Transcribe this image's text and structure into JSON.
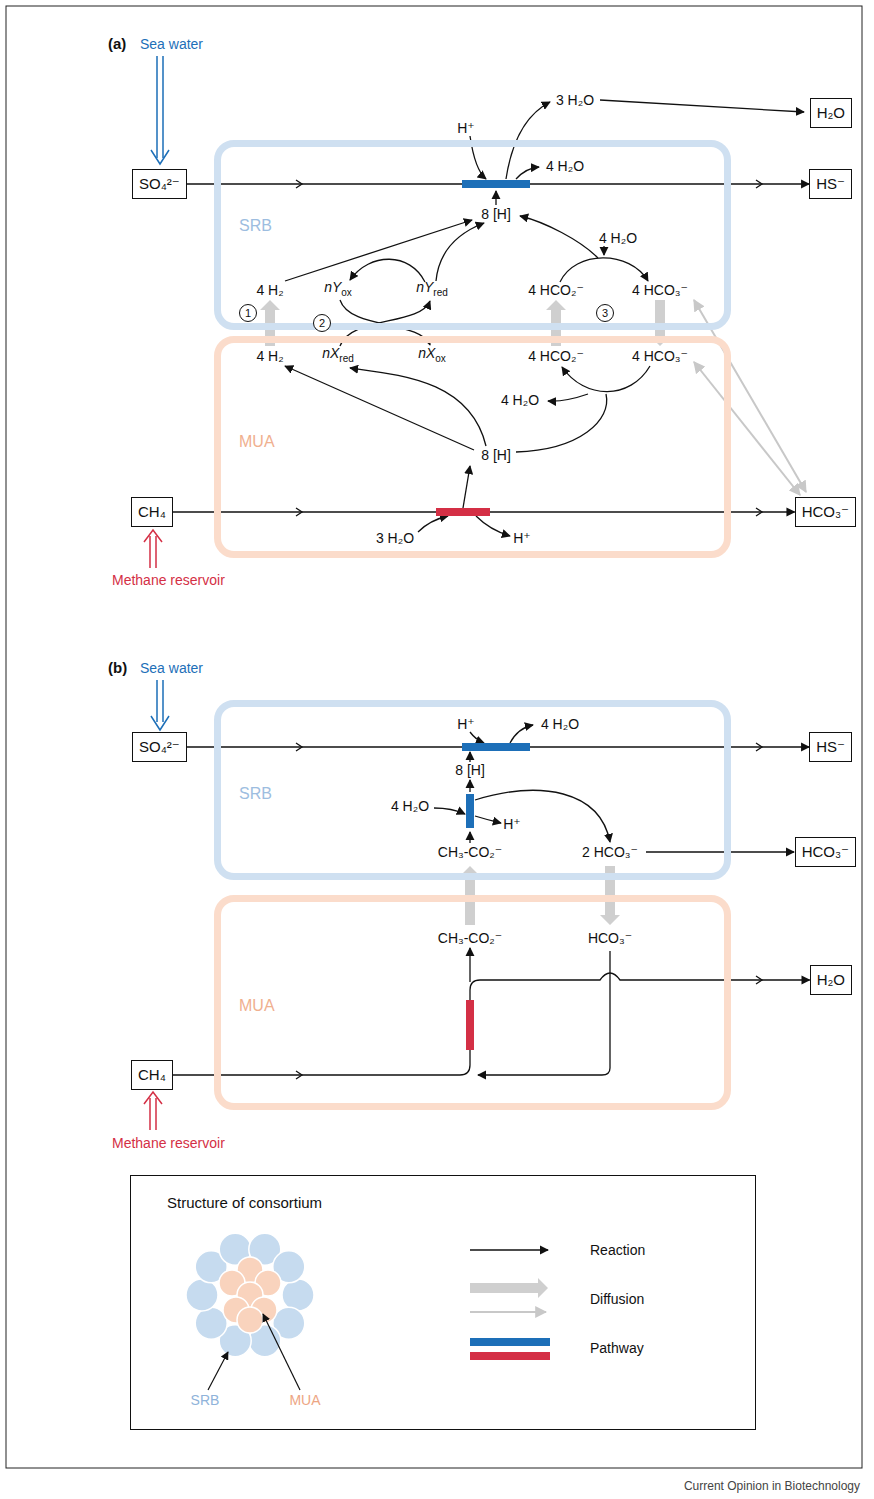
{
  "diagram": {
    "nodes": [
      {
        "text": [
          "SO₄²⁻"
        ]
      },
      {
        "text": [
          "H₂O"
        ]
      },
      {
        "text": [
          "HS⁻"
        ]
      },
      {
        "text": [
          "SRB"
        ]
      },
      {
        "text": [
          "MUA"
        ]
      },
      {
        "text": [
          "CH₄"
        ]
      },
      {
        "text": [
          "HCO₃⁻"
        ]
      },
      {
        "text": [
          "SO₄²⁻"
        ]
      },
      {
        "text": [
          "HS⁻"
        ]
      },
      {
        "text": [
          "SRB"
        ]
      },
      {
        "text": [
          "HCO₃⁻"
        ]
      },
      {
        "text": [
          "MUA"
        ]
      },
      {
        "text": [
          "H₂O"
        ]
      },
      {
        "text": [
          "CH₄"
        ]
      },
      {
        "text": [
          "Structure of consortium"
        ]
      }
    ],
    "edges": [
      {
        "from": 0,
        "to": 2,
        "arrow": "to"
      },
      {
        "from": 5,
        "to": 6,
        "arrow": "to"
      },
      {
        "from": 7,
        "to": 8,
        "arrow": "to"
      },
      {
        "from": 13,
        "to": 12,
        "arrow": "to"
      }
    ],
    "labels": [
      "(a)",
      "Sea water",
      "3 H₂O",
      "H⁺",
      "4 H₂O",
      "8 [H]",
      "4 H₂O",
      "4 H₂",
      "nY",
      "ox",
      "nY",
      "red",
      "4 HCO₂⁻",
      "4 HCO₃⁻",
      "1",
      "2",
      "3",
      "4 H₂",
      "nX",
      "red",
      "nX",
      "ox",
      "4 HCO₂⁻",
      "4 HCO₃⁻",
      "4 H₂O",
      "8 [H]",
      "3 H₂O",
      "H⁺",
      "Methane reservoir",
      "(b)",
      "Sea water",
      "H⁺",
      "4 H₂O",
      "8 [H]",
      "4 H₂O",
      "H⁺",
      "CH₃-CO₂⁻",
      "2 HCO₃⁻",
      "CH₃-CO₂⁻",
      "HCO₃⁻",
      "Methane reservoir",
      "SRB",
      "MUA",
      "Current Opinion in Biotechnology"
    ],
    "legend": [
      {
        "text": "Reaction"
      },
      {
        "text": "Diffusion"
      },
      {
        "text": "Pathway"
      }
    ]
  }
}
